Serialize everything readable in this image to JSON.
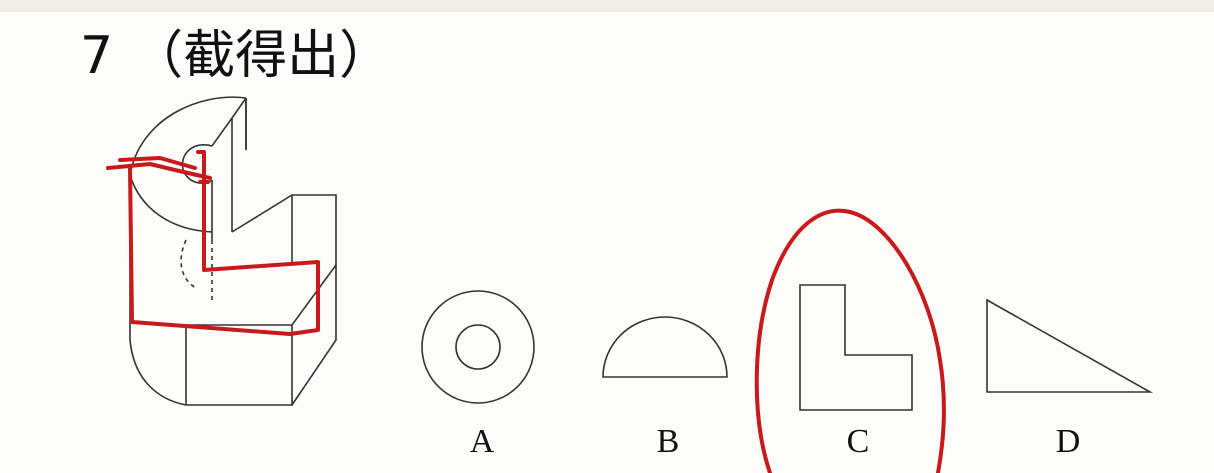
{
  "question": {
    "number": "7",
    "text": "（截得出）"
  },
  "options": [
    {
      "letter": "A",
      "shape": "ring"
    },
    {
      "letter": "B",
      "shape": "semicircle"
    },
    {
      "letter": "C",
      "shape": "l-shape"
    },
    {
      "letter": "D",
      "shape": "right-triangle"
    }
  ],
  "annotation": {
    "color": "#c81a1a",
    "marked_answer": "C"
  }
}
